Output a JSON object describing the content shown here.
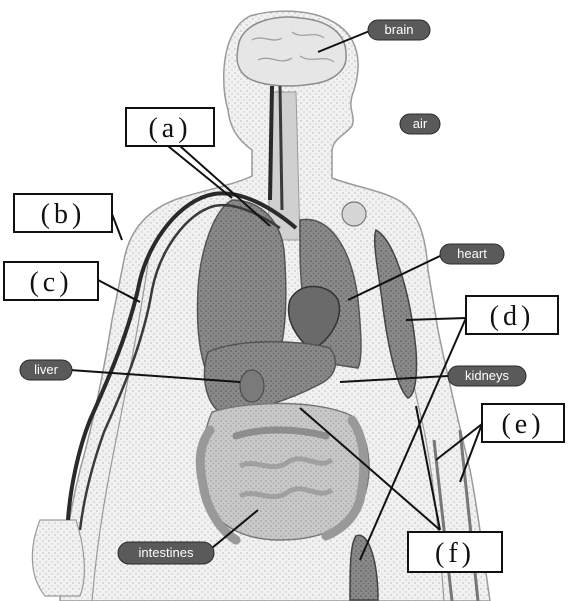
{
  "diagram": {
    "box_labels": {
      "a": "(a)",
      "b": "(b)",
      "c": "(c)",
      "d": "(d)",
      "e": "(e)",
      "f": "(f)"
    },
    "pill_labels": {
      "brain": "brain",
      "air": "air",
      "heart": "heart",
      "liver": "liver",
      "kidneys": "kidneys",
      "intestines": "intestines"
    }
  }
}
